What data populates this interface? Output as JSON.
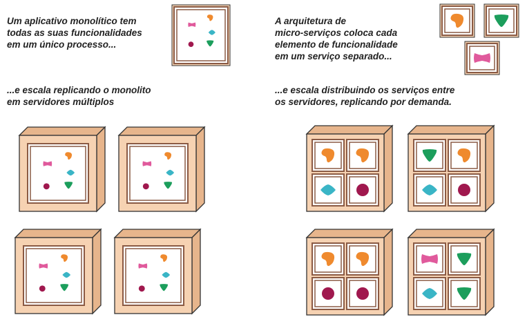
{
  "captions": {
    "monolith_intro": "Um aplicativo monolítico tem\ntodas as suas funcionalidades\nem um único processo...",
    "monolith_scale": "...e escala replicando o monolito\nem servidores múltiplos",
    "micro_intro": "A arquitetura de\nmicro-serviços coloca cada\nelemento de funcionalidade\nem um serviço separado...",
    "micro_scale": "...e escala distribuindo os serviços entre\nos servidores, replicando por demanda."
  },
  "colors": {
    "pink": "#e05a9c",
    "orange": "#ef8a2e",
    "teal": "#3ab5c6",
    "crimson": "#a0184e",
    "green": "#1c9e5c",
    "box_face": "#f6d2b2",
    "box_side": "#e7b58c",
    "frame": "#8a5a44",
    "outline": "#333333"
  },
  "icons": {
    "pink": "pink-bowtie-icon",
    "orange": "orange-blob-icon",
    "teal": "teal-diamond-icon",
    "crimson": "crimson-circle-icon",
    "green": "green-triangle-icon"
  },
  "monolith_server_count": 4,
  "micro_servers": [
    [
      "orange",
      "orange",
      "teal",
      "crimson"
    ],
    [
      "green",
      "orange",
      "teal",
      "crimson"
    ],
    [
      "orange",
      "orange",
      "crimson",
      "crimson"
    ],
    [
      "pink",
      "green",
      "teal",
      "green"
    ]
  ],
  "micro_services_top": [
    "orange",
    "green",
    "pink"
  ]
}
